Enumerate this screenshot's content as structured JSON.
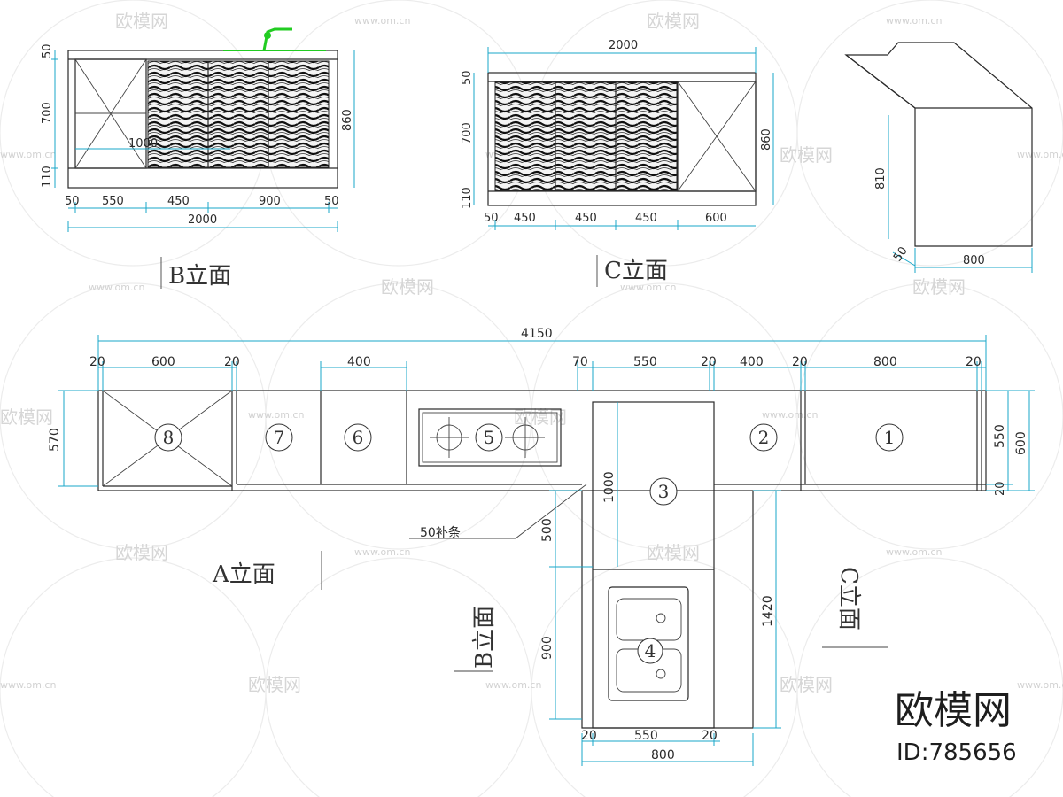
{
  "watermark": {
    "brand": "欧模网",
    "url": "www.om.cn"
  },
  "logo": {
    "name": "欧模网",
    "id": "ID:785656"
  },
  "elevation_b": {
    "label": "B立面",
    "heights": [
      "50",
      "700",
      "110"
    ],
    "total_height": "860",
    "widths": [
      "50",
      "550",
      "450",
      "900",
      "50"
    ],
    "total_width": "2000",
    "inner": "1000"
  },
  "elevation_c": {
    "label": "C立面",
    "top": "2000",
    "heights": [
      "50",
      "700",
      "110"
    ],
    "total_height": "860",
    "widths": [
      "50",
      "450",
      "450",
      "450",
      "600"
    ]
  },
  "side_view": {
    "height": "810",
    "depth": "800",
    "kick": "50"
  },
  "plan": {
    "total": "4150",
    "top_dims": [
      "20",
      "600",
      "20",
      "400",
      "70",
      "550",
      "20",
      "400",
      "20",
      "800",
      "20"
    ],
    "left_depth": "570",
    "right_dims": [
      "550",
      "600",
      "20"
    ],
    "cabinets": [
      "8",
      "7",
      "6",
      "5",
      "3",
      "2",
      "1",
      "4"
    ],
    "leg_dims": [
      "1000",
      "500",
      "900",
      "1420"
    ],
    "bottom_dims": [
      "20",
      "550",
      "20",
      "800"
    ],
    "filler_note": "50补条",
    "label_a": "A立面",
    "label_b": "B立面",
    "label_c": "C立面"
  }
}
